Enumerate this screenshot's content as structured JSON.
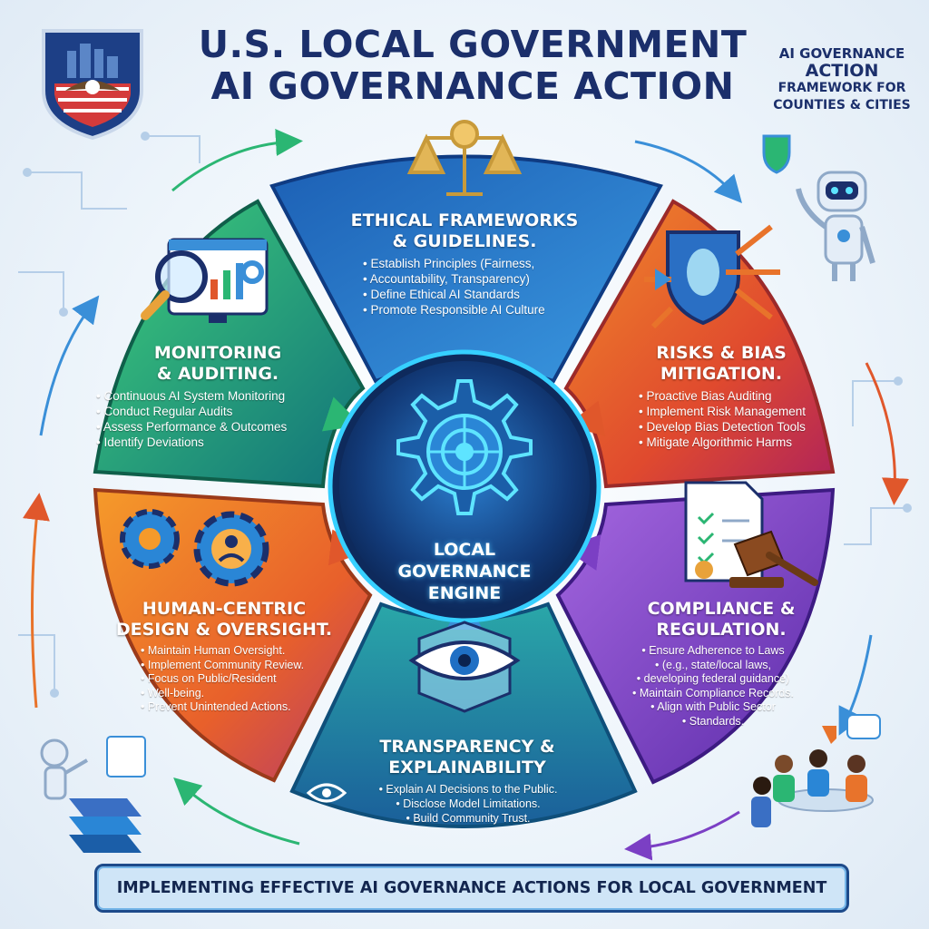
{
  "header": {
    "title_line1": "U.S. LOCAL GOVERNMENT",
    "title_line2": "AI GOVERNANCE ACTION",
    "side_line1": "AI GOVERNANCE",
    "side_line2": "ACTION",
    "side_line3": "FRAMEWORK FOR",
    "side_line4": "COUNTIES & CITIES"
  },
  "center": {
    "line1": "LOCAL",
    "line2": "GOVERNANCE",
    "line3": "ENGINE"
  },
  "sections": {
    "ethical": {
      "title1": "ETHICAL FRAMEWORKS",
      "title2": "& GUIDELINES.",
      "items": [
        "Establish Principles (Fairness,",
        "Accountability, Transparency)",
        "Define Ethical AI Standards",
        "Promote Responsible AI Culture"
      ],
      "color": "#2f7fd0"
    },
    "risks": {
      "title1": "RISKS & BIAS",
      "title2": "MITIGATION.",
      "items": [
        "Proactive Bias Auditing",
        "Implement Risk Management",
        "Develop Bias Detection Tools",
        "Mitigate Algorithmic Harms"
      ],
      "color": "#e0572b"
    },
    "compliance": {
      "title1": "COMPLIANCE &",
      "title2": "REGULATION.",
      "items": [
        "Ensure Adherence to Laws",
        "(e.g., state/local laws,",
        "developing federal guidance)",
        "Maintain Compliance Records.",
        "Align with Public Sector",
        "Standards."
      ],
      "color": "#7b3fc4"
    },
    "transparency": {
      "title1": "TRANSPARENCY &",
      "title2": "EXPLAINABILITY",
      "items": [
        "Explain AI Decisions to the Public.",
        "Disclose Model Limitations.",
        "Build Community Trust."
      ],
      "color": "#1f8e9a"
    },
    "human": {
      "title1": "HUMAN-CENTRIC",
      "title2": "DESIGN & OVERSIGHT.",
      "items": [
        "Maintain Human Oversight.",
        "Implement Community Review.",
        "Focus on Public/Resident",
        "Well-being.",
        "Prevent Unintended Actions."
      ],
      "color": "#e8732b"
    },
    "monitoring": {
      "title1": "MONITORING",
      "title2": "& AUDITING.",
      "items": [
        "Continuous AI System Monitoring",
        "Conduct Regular Audits",
        "Assess Performance & Outcomes",
        "Identify Deviations"
      ],
      "color": "#1fa56a"
    }
  },
  "footer": {
    "banner": "IMPLEMENTING EFFECTIVE AI GOVERNANCE ACTIONS FOR LOCAL GOVERNMENT"
  },
  "colors": {
    "title": "#1b2f6b",
    "engine_core": "#123a78",
    "engine_glow": "#36d0ff",
    "cycle_arrows": [
      "#2bb673",
      "#3a8fd8",
      "#e0572b",
      "#7b3fc4"
    ]
  },
  "icons": [
    "shield-emblem-icon",
    "scales-of-justice-icon",
    "robot-icon",
    "magnifier-dashboard-icon",
    "shield-face-arrows-icon",
    "gears-person-icon",
    "document-gavel-icon",
    "eye-cube-icon",
    "team-meeting-icon",
    "robot-with-server-icon"
  ]
}
